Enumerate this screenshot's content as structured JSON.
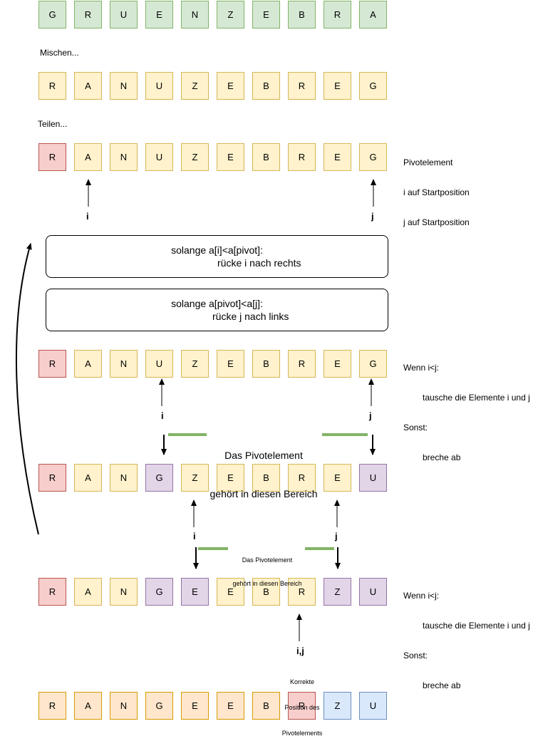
{
  "colors": {
    "green": {
      "fill": "#d5e8d4",
      "stroke": "#82b366"
    },
    "yellow": {
      "fill": "#fff2cc",
      "stroke": "#d6b656"
    },
    "red": {
      "fill": "#f8cecc",
      "stroke": "#b85450"
    },
    "purple": {
      "fill": "#e1d5e7",
      "stroke": "#9673a6"
    },
    "orange": {
      "fill": "#ffe6cc",
      "stroke": "#d79b00"
    },
    "blue": {
      "fill": "#dae8fc",
      "stroke": "#6c8ebf"
    },
    "bar": "#82b366"
  },
  "rows": [
    {
      "cells": [
        "G",
        "R",
        "U",
        "E",
        "N",
        "Z",
        "E",
        "B",
        "R",
        "A"
      ],
      "colors": [
        "green",
        "green",
        "green",
        "green",
        "green",
        "green",
        "green",
        "green",
        "green",
        "green"
      ]
    },
    {
      "cells": [
        "R",
        "A",
        "N",
        "U",
        "Z",
        "E",
        "B",
        "R",
        "E",
        "G"
      ],
      "colors": [
        "yellow",
        "yellow",
        "yellow",
        "yellow",
        "yellow",
        "yellow",
        "yellow",
        "yellow",
        "yellow",
        "yellow"
      ]
    },
    {
      "cells": [
        "R",
        "A",
        "N",
        "U",
        "Z",
        "E",
        "B",
        "R",
        "E",
        "G"
      ],
      "colors": [
        "red",
        "yellow",
        "yellow",
        "yellow",
        "yellow",
        "yellow",
        "yellow",
        "yellow",
        "yellow",
        "yellow"
      ]
    },
    {
      "cells": [
        "R",
        "A",
        "N",
        "U",
        "Z",
        "E",
        "B",
        "R",
        "E",
        "G"
      ],
      "colors": [
        "red",
        "yellow",
        "yellow",
        "yellow",
        "yellow",
        "yellow",
        "yellow",
        "yellow",
        "yellow",
        "yellow"
      ]
    },
    {
      "cells": [
        "R",
        "A",
        "N",
        "G",
        "Z",
        "E",
        "B",
        "R",
        "E",
        "U"
      ],
      "colors": [
        "red",
        "yellow",
        "yellow",
        "purple",
        "yellow",
        "yellow",
        "yellow",
        "yellow",
        "yellow",
        "purple"
      ]
    },
    {
      "cells": [
        "R",
        "A",
        "N",
        "G",
        "E",
        "E",
        "B",
        "R",
        "Z",
        "U"
      ],
      "colors": [
        "red",
        "yellow",
        "yellow",
        "purple",
        "purple",
        "yellow",
        "yellow",
        "yellow",
        "purple",
        "purple"
      ]
    },
    {
      "cells": [
        "R",
        "A",
        "N",
        "G",
        "E",
        "E",
        "B",
        "R",
        "Z",
        "U"
      ],
      "colors": [
        "orange",
        "orange",
        "orange",
        "orange",
        "orange",
        "orange",
        "orange",
        "red",
        "blue",
        "blue"
      ]
    }
  ],
  "labels": {
    "mischen": "Mischen...",
    "teilen": "Teilen..."
  },
  "notes": {
    "start": {
      "line1": "Pivotelement",
      "line2": "i auf Startposition",
      "line3": "j auf Startposition"
    },
    "swap1": {
      "line1": "Wenn i<j:",
      "line2": "tausche die Elemente i und j",
      "line3": "Sonst:",
      "line4": "breche ab"
    },
    "swap2": {
      "line1": "Wenn i<j:",
      "line2": "tausche die Elemente i und j",
      "line3": "Sonst:",
      "line4": "breche ab"
    }
  },
  "boxes": {
    "box1": {
      "line1": "solange a[i]<a[pivot]:",
      "line2": "rücke i nach rechts"
    },
    "box2": {
      "line1": "solange a[pivot]<a[j]:",
      "line2": "rücke j nach links"
    }
  },
  "pointers": {
    "i1": "i",
    "j1": "j",
    "i2": "i",
    "j2": "j",
    "i3": "i",
    "j3": "j",
    "ij": "i,j"
  },
  "annotations": {
    "region_large": {
      "line1": "Das Pivotelement",
      "line2": "gehört in diesen Bereich"
    },
    "region_small": {
      "line1": "Das Pivotelement",
      "line2": "gehört in diesen Bereich"
    },
    "correct": {
      "line1": "Korrekte",
      "line2": "Position des",
      "line3": "Pivotelements"
    }
  }
}
